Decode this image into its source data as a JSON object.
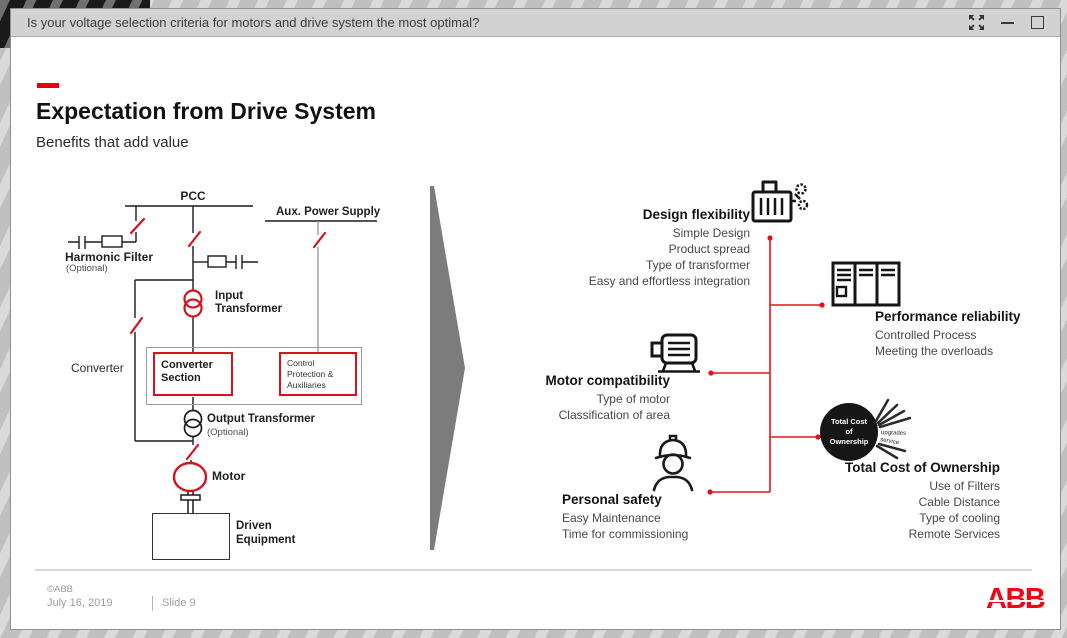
{
  "window": {
    "title": "Is your voltage selection criteria for motors and drive system the most optimal?"
  },
  "slide": {
    "accent_color": "#d6121b",
    "title": "Expectation from Drive System",
    "subtitle": "Benefits that add value",
    "diagram": {
      "pcc": "PCC",
      "aux_power_supply": "Aux. Power Supply",
      "harmonic_filter": "Harmonic Filter",
      "harmonic_filter_note": "(Optional)",
      "input_transformer": "Input Transformer",
      "converter": "Converter",
      "converter_section": "Converter Section",
      "control_protection": "Control Protection & Auxiliaries",
      "output_transformer": "Output Transformer",
      "output_transformer_note": "(Optional)",
      "motor": "Motor",
      "driven_equipment": "Driven Equipment"
    },
    "benefits": [
      {
        "heading": "Design flexibility",
        "icon": "generator-gears-icon",
        "items": [
          "Simple Design",
          "Product spread",
          "Type of transformer",
          "Easy and effortless integration"
        ]
      },
      {
        "heading": "Performance reliability",
        "icon": "drive-cabinet-icon",
        "items": [
          "Controlled Process",
          "Meeting the overloads"
        ]
      },
      {
        "heading": "Motor compatibility",
        "icon": "motor-icon",
        "items": [
          "Type of motor",
          "Classification of area"
        ]
      },
      {
        "heading": "Personal safety",
        "icon": "worker-helmet-icon",
        "items": [
          "Easy Maintenance",
          "Time for commissioning"
        ]
      },
      {
        "heading": "Total Cost of Ownership",
        "icon": "tco-badge-icon",
        "badge_text": "Total Cost of Ownership",
        "ray_word_1": "upgrades",
        "ray_word_2": "service",
        "items": [
          "Use of Filters",
          "Cable Distance",
          "Type of cooling",
          "Remote Services"
        ]
      }
    ],
    "footer": {
      "copyright": "©ABB",
      "date": "July 16, 2019",
      "slide_number": "Slide 9",
      "logo": "ABB"
    }
  }
}
